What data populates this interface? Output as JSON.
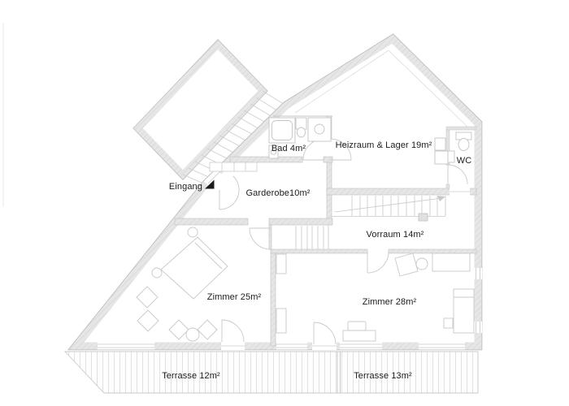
{
  "palette": {
    "background": "#ffffff",
    "wall_fill": "#e6e6e6",
    "wall_hatch_line": "#d0d0d0",
    "wall_edge": "#b8b8b8",
    "detail_line": "#c9c9c9",
    "deck_line": "#dedede",
    "text_color": "#1b1b1b"
  },
  "rooms": [
    {
      "id": "bad",
      "label": "Bad 4m²"
    },
    {
      "id": "heizraum",
      "label": "Heizraum & Lager 19m²"
    },
    {
      "id": "wc",
      "label": "WC"
    },
    {
      "id": "garderobe",
      "label": "Garderobe10m²"
    },
    {
      "id": "vorraum",
      "label": "Vorraum 14m²"
    },
    {
      "id": "zimmer25",
      "label": "Zimmer 25m²"
    },
    {
      "id": "zimmer28",
      "label": "Zimmer 28m²"
    },
    {
      "id": "terrasse12",
      "label": "Terrasse 12m²"
    },
    {
      "id": "terrasse13",
      "label": "Terrasse 13m²"
    }
  ],
  "entrance": {
    "label": "Eingang"
  }
}
